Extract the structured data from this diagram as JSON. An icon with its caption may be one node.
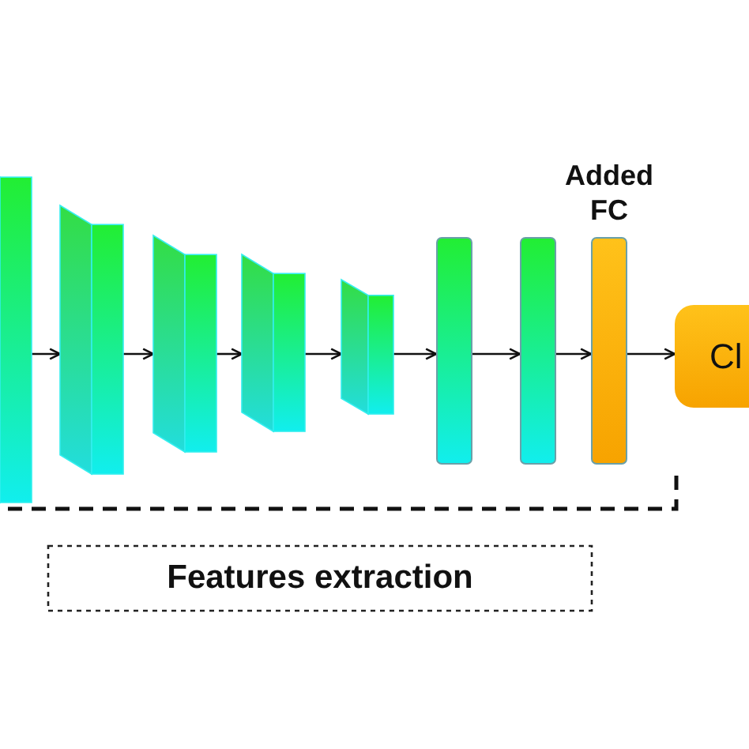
{
  "diagram": {
    "nodes": [
      {
        "text": [],
        "shape": "box"
      },
      {
        "text": [],
        "shape": "box"
      },
      {
        "text": [],
        "shape": "box"
      },
      {
        "text": [],
        "shape": "box"
      },
      {
        "text": [],
        "shape": "box"
      },
      {
        "text": [],
        "shape": "bar"
      },
      {
        "text": [],
        "shape": "bar"
      },
      {
        "text": [
          "Added FC"
        ]
      },
      {
        "text": [
          "Cl"
        ]
      },
      {
        "text": [
          "Features extraction"
        ]
      }
    ],
    "edges": [
      {
        "from": 0,
        "to": 1,
        "arrow": "to"
      },
      {
        "from": 1,
        "to": 2,
        "arrow": "to"
      },
      {
        "from": 2,
        "to": 3,
        "arrow": "to"
      },
      {
        "from": 3,
        "to": 4,
        "arrow": "to"
      },
      {
        "from": 4,
        "to": 5,
        "arrow": "to"
      },
      {
        "from": 5,
        "to": 6,
        "arrow": "to"
      },
      {
        "from": 6,
        "to": 7,
        "arrow": "to"
      },
      {
        "from": 7,
        "to": 8,
        "arrow": "to"
      }
    ]
  }
}
